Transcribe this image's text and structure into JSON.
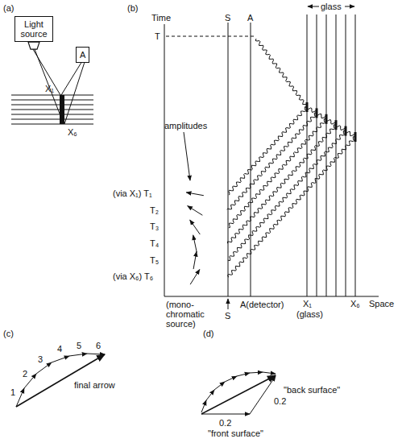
{
  "diagram": {
    "nodes": [
      {
        "text": [
          "Light source"
        ]
      },
      {
        "text": [
          "A"
        ]
      }
    ],
    "labels": [
      "(a)",
      "X₁",
      "X₆",
      "(b)",
      "Time",
      "S",
      "A",
      "glass",
      "T",
      "amplitudes",
      "(via X₁) T₁",
      "T₂",
      "T₃",
      "T₄",
      "T₅",
      "(via X₆) T₆",
      "(mono- chromatic source)",
      "S",
      "A(detector)",
      "X₁",
      "(glass)",
      "X₆",
      "Space",
      "(c)",
      "1",
      "2",
      "3",
      "4",
      "5",
      "6",
      "final arrow",
      "(d)",
      "0.2",
      "\"back surface\"",
      "0.2",
      "\"front surface\""
    ]
  }
}
